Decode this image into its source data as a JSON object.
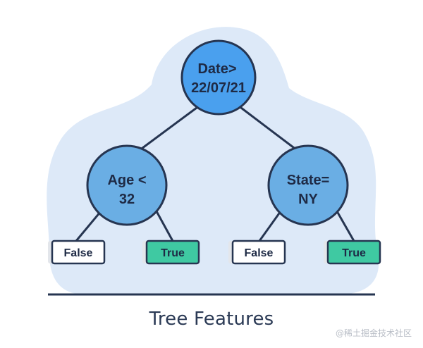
{
  "diagram": {
    "root": {
      "line1": "Date>",
      "line2": "22/07/21"
    },
    "left": {
      "line1": "Age <",
      "line2": "32"
    },
    "right": {
      "line1": "State=",
      "line2": "NY"
    },
    "leaves": {
      "left_false": "False",
      "left_true": "True",
      "right_false": "False",
      "right_true": "True"
    },
    "caption": "Tree Features"
  },
  "watermark": "@稀土掘金技术社区",
  "colors": {
    "blob": "#dde9f8",
    "root_fill": "#4aa0ee",
    "child_fill": "#6aaee4",
    "outline": "#263551",
    "true_fill": "#3fc9a2",
    "false_fill": "#ffffff",
    "leaf_shadow": "#e3e6eb"
  }
}
